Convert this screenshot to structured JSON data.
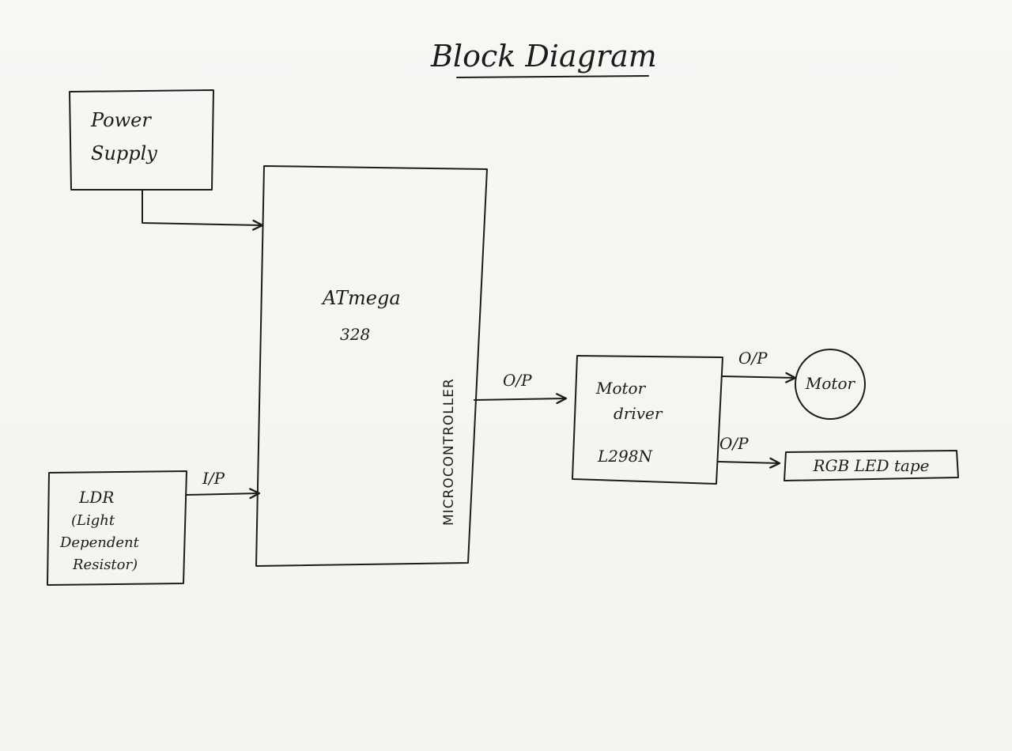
{
  "diagram": {
    "title": "Block Diagram",
    "nodes": {
      "power_supply": {
        "line1": "Power",
        "line2": "Supply"
      },
      "ldr": {
        "line1": "LDR",
        "line2": "(Light",
        "line3": "Dependent",
        "line4": "Resistor)"
      },
      "microcontroller": {
        "name_line1": "ATmega",
        "name_line2": "328",
        "type_label": "MICROCONTROLLER"
      },
      "motor_driver": {
        "line1": "Motor",
        "line2": "driver",
        "part": "L298N"
      },
      "motor": {
        "label": "Motor"
      },
      "rgb_led": {
        "label": "RGB LED tape"
      }
    },
    "edges": {
      "ldr_to_mcu": "I/P",
      "mcu_to_driver": "O/P",
      "driver_to_motor": "O/P",
      "driver_to_led": "O/P"
    }
  }
}
